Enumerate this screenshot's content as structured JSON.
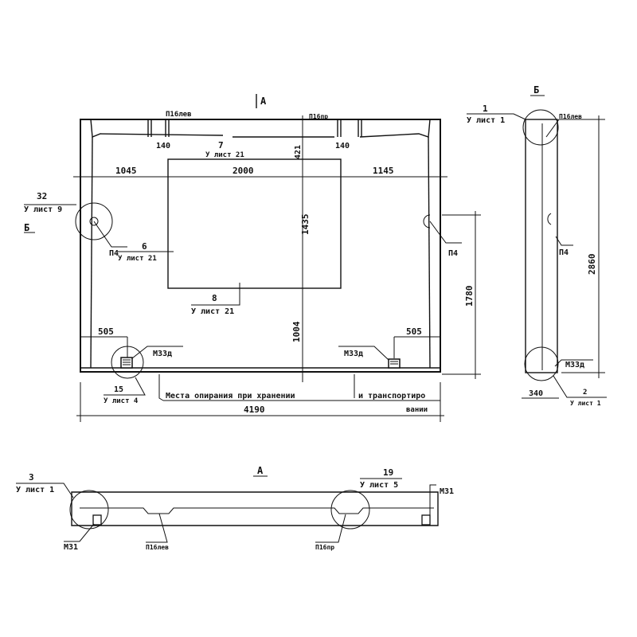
{
  "views": {
    "main": {
      "section_mark_A": "A",
      "section_mark_B": "Б",
      "labels": {
        "p16_left": "П16лев",
        "p16_right": "П16пр",
        "dim_140_left": "140",
        "dim_140_right": "140",
        "node7_num": "7",
        "node7_sheet": "У лист 21",
        "dim_421": "421",
        "dim_1045": "1045",
        "dim_2000": "2000",
        "dim_1145": "1145",
        "node32_num": "32",
        "node32_sheet": "У лист 9",
        "p4_left": "П4",
        "node6_num": "6",
        "node6_sheet": "У лист 21",
        "dim_1435": "1435",
        "p4_right": "П4",
        "dim_1780": "1780",
        "node8_num": "8",
        "node8_sheet": "У лист 21",
        "dim_1004": "1004",
        "dim_505_left": "505",
        "dim_505_right": "505",
        "m33d_left": "М33д",
        "m33d_right": "М33д",
        "node15_num": "15",
        "node15_sheet": "У лист 4",
        "support_note_1": "Места опирания при хранении",
        "support_note_2": "и транспортиро",
        "support_note_3": "вании",
        "dim_4190": "4190"
      }
    },
    "side": {
      "title": "Б",
      "node1_num": "1",
      "node1_sheet": "У лист 1",
      "p16_left": "П16лев",
      "p4": "П4",
      "dim_2860": "2860",
      "m33d": "М33д",
      "dim_340": "340",
      "node2_num": "2",
      "node2_sheet": "У лист 1"
    },
    "bottom": {
      "title": "А",
      "node3_num": "3",
      "node3_sheet": "У лист 1",
      "m31_left": "М31",
      "p16_left": "П16лев",
      "node19_num": "19",
      "node19_sheet": "У лист 5",
      "m31_right": "М31",
      "p16_right": "П16пр"
    }
  }
}
